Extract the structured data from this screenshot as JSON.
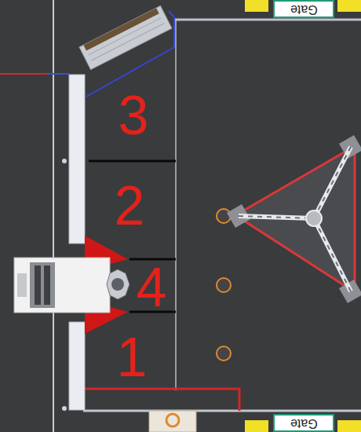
{
  "diagram": {
    "nodes": [
      {
        "text": [
          "Gate"
        ]
      },
      {
        "text": [
          "Gate"
        ]
      }
    ],
    "labels": [
      "3",
      "2",
      "4",
      "1"
    ]
  }
}
